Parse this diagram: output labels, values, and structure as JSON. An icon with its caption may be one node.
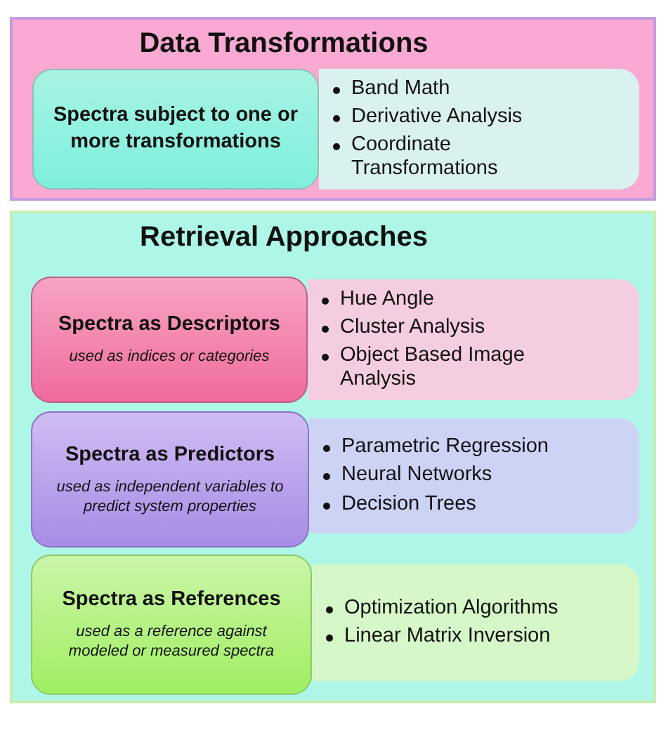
{
  "diagram": {
    "nodes": [
      {
        "text": [
          "Data Transformations"
        ]
      },
      {
        "text": [
          "Spectra subject to one or more transformations"
        ],
        "in": 0
      },
      {
        "text": [
          "Band Math",
          "Derivative Analysis",
          "Coordinate Transformations"
        ],
        "in": 0
      },
      {
        "text": [
          "Retrieval Approaches"
        ]
      },
      {
        "text": [
          "Spectra as Descriptors",
          "used as indices or categories"
        ],
        "in": 3
      },
      {
        "text": [
          "Hue Angle",
          "Cluster Analysis",
          "Object Based Image Analysis"
        ],
        "in": 3
      },
      {
        "text": [
          "Spectra as Predictors",
          "used as independent variables to predict system properties"
        ],
        "in": 3
      },
      {
        "text": [
          "Parametric Regression",
          "Neural Networks",
          "Decision Trees"
        ],
        "in": 3
      },
      {
        "text": [
          "Spectra as References",
          "used as a reference against modeled or measured spectra"
        ],
        "in": 3
      },
      {
        "text": [
          "Optimization Algorithms",
          "Linear Matrix Inversion"
        ],
        "in": 3
      }
    ]
  }
}
